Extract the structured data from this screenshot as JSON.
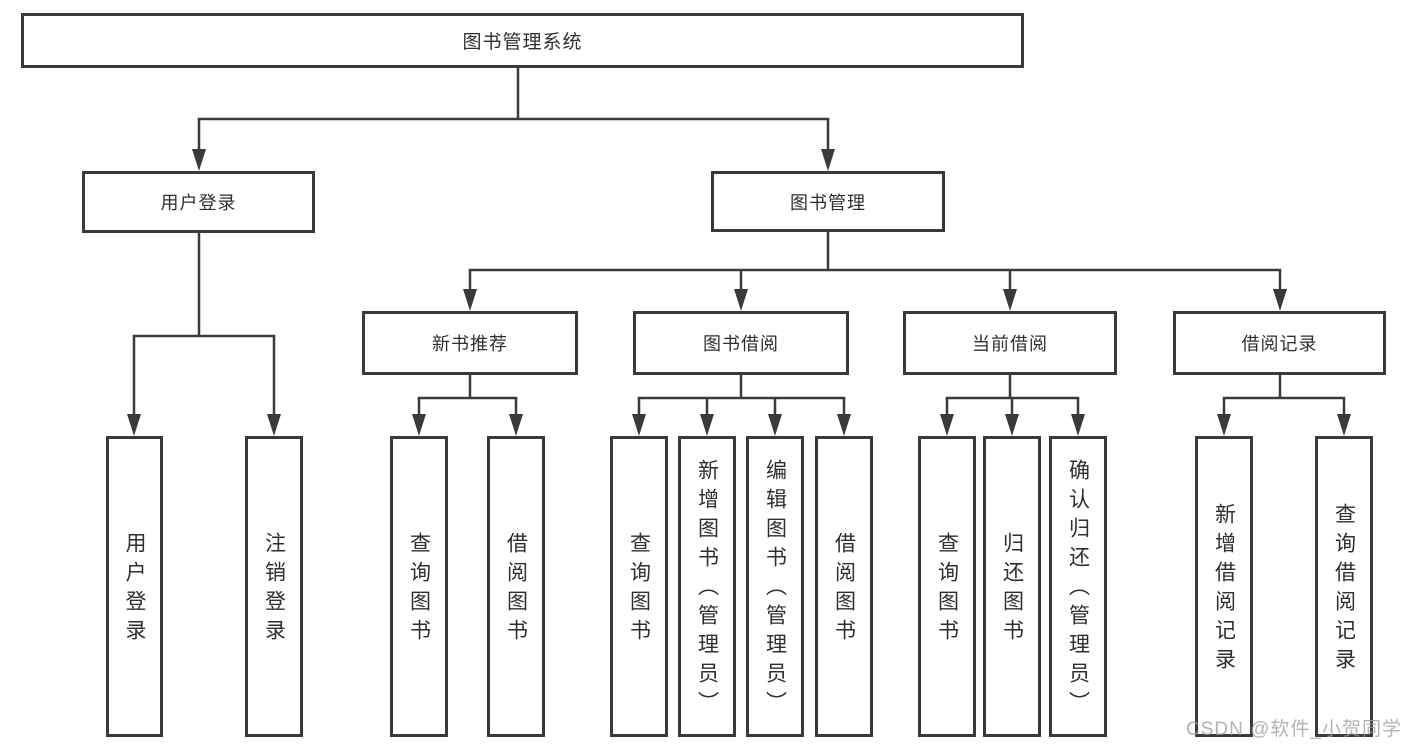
{
  "root": {
    "label": "图书管理系统"
  },
  "branches": [
    {
      "label": "用户登录",
      "children": [
        {
          "label": "用户登录"
        },
        {
          "label": "注销登录"
        }
      ]
    },
    {
      "label": "图书管理",
      "children": [
        {
          "label": "新书推荐",
          "children": [
            {
              "label": "查询图书"
            },
            {
              "label": "借阅图书"
            }
          ]
        },
        {
          "label": "图书借阅",
          "children": [
            {
              "label": "查询图书"
            },
            {
              "label": "新增图书（管理员）"
            },
            {
              "label": "编辑图书（管理员）"
            },
            {
              "label": "借阅图书"
            }
          ]
        },
        {
          "label": "当前借阅",
          "children": [
            {
              "label": "查询图书"
            },
            {
              "label": "归还图书"
            },
            {
              "label": "确认归还（管理员）"
            }
          ]
        },
        {
          "label": "借阅记录",
          "children": [
            {
              "label": "新增借阅记录"
            },
            {
              "label": "查询借阅记录"
            }
          ]
        }
      ]
    }
  ],
  "watermark": {
    "text": "CSDN @软件_小贺同学"
  },
  "colors": {
    "line": "#3a3a3a",
    "box_border": "#3a3a3a",
    "text": "#2f2f2f",
    "background": "#ffffff",
    "watermark": "#bdbdbd"
  }
}
